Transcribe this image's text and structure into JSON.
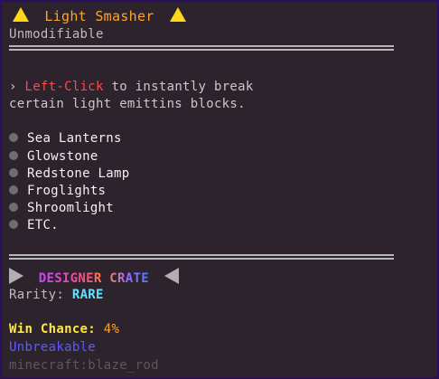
{
  "title": {
    "text": "Light Smasher",
    "color": "#ffa52a",
    "icon": "warning-triangle-icon"
  },
  "subtitle": {
    "text": "Unmodifiable",
    "color": "#bdbdbd"
  },
  "description": {
    "arrow": "›",
    "action": "Left-Click",
    "rest1": " to instantly break",
    "rest2": "certain light emittins blocks.",
    "action_color": "#ff4a4a",
    "text_color": "#c9c9c9"
  },
  "blocks": [
    "Sea Lanterns",
    "Glowstone",
    "Redstone Lamp",
    "Froglights",
    "Shroomlight",
    "ETC."
  ],
  "crate": {
    "name": "DESIGNER CRATE"
  },
  "rarity": {
    "label": "Rarity: ",
    "value": "RARE",
    "value_color": "#5fe3ff"
  },
  "win_chance": {
    "label": "Win Chance: ",
    "value": "4%",
    "label_color": "#ffe93a",
    "value_color": "#ffa52a"
  },
  "unbreakable": {
    "text": "Unbreakable",
    "color": "#5b5bff"
  },
  "item_id": {
    "text": "minecraft:blaze_rod",
    "color": "#5a5a5a"
  }
}
